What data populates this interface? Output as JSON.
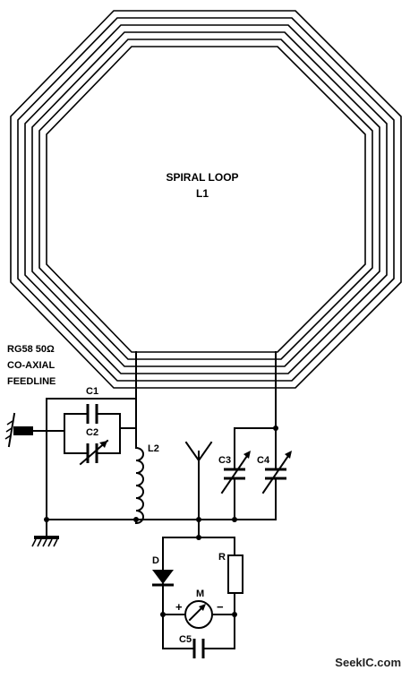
{
  "loop": {
    "title": "SPIRAL LOOP",
    "ref": "L1"
  },
  "feedline": {
    "line1": "RG58 50Ω",
    "line2": "CO-AXIAL",
    "line3": "FEEDLINE"
  },
  "components": {
    "c1": "C1",
    "c2": "C2",
    "l2": "L2",
    "c3": "C3",
    "c4": "C4",
    "d": "D",
    "r": "R",
    "m": "M",
    "c5": "C5",
    "plus": "+",
    "minus": "−"
  },
  "watermark": "SeekIC.com"
}
